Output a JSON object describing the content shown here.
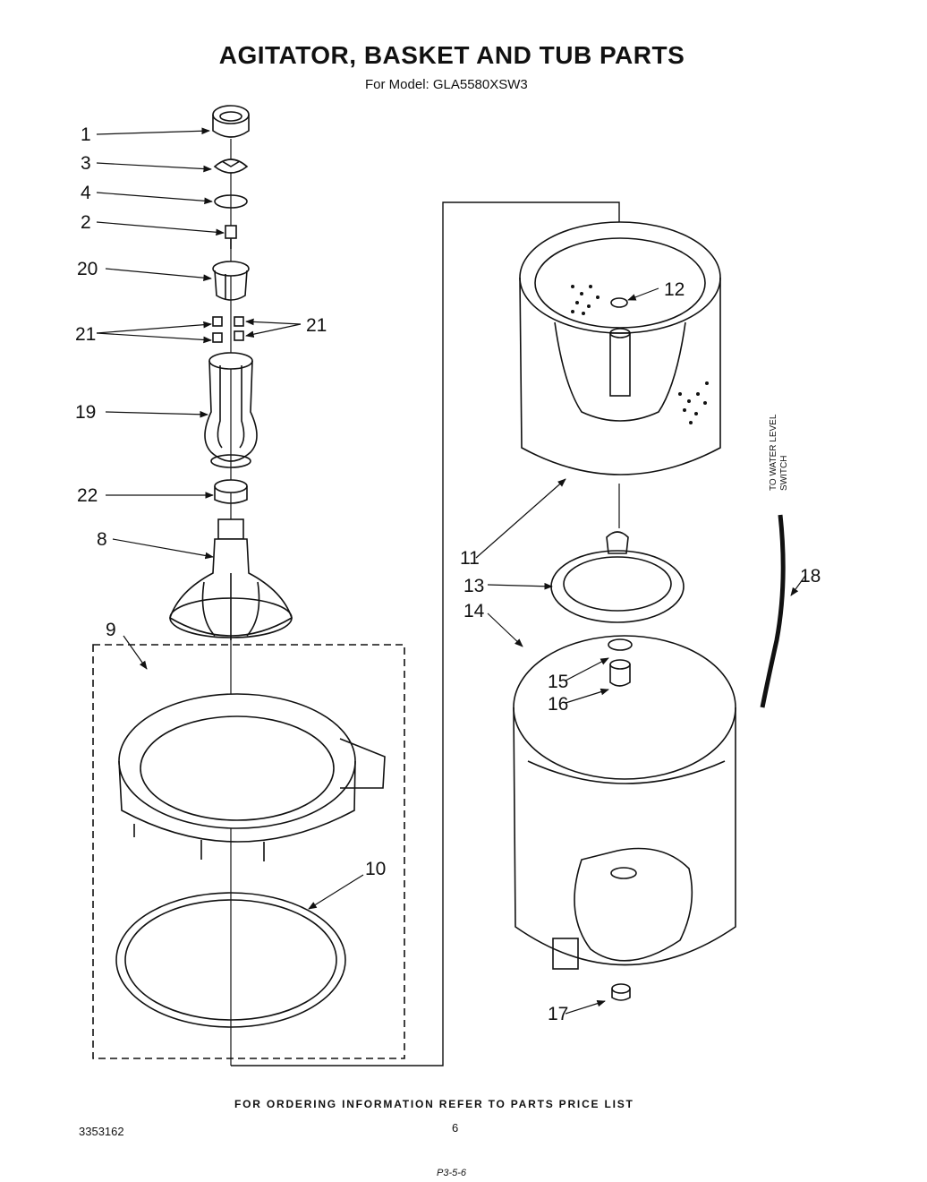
{
  "title": "AGITATOR, BASKET AND TUB PARTS",
  "subtitle": "For Model: GLA5580XSW3",
  "footer_note": "FOR ORDERING INFORMATION REFER TO PARTS PRICE LIST",
  "doc_number": "3353162",
  "page_number": "6",
  "handwritten_note": "P3-5-6",
  "side_label_line1": "TO WATER LEVEL",
  "side_label_line2": "SWITCH",
  "callouts": {
    "c1": "1",
    "c3": "3",
    "c4": "4",
    "c2": "2",
    "c20": "20",
    "c21a": "21",
    "c21b": "21",
    "c19": "19",
    "c22": "22",
    "c8": "8",
    "c9": "9",
    "c10": "10",
    "c11": "11",
    "c12": "12",
    "c13": "13",
    "c14": "14",
    "c15": "15",
    "c16": "16",
    "c17": "17",
    "c18": "18"
  }
}
